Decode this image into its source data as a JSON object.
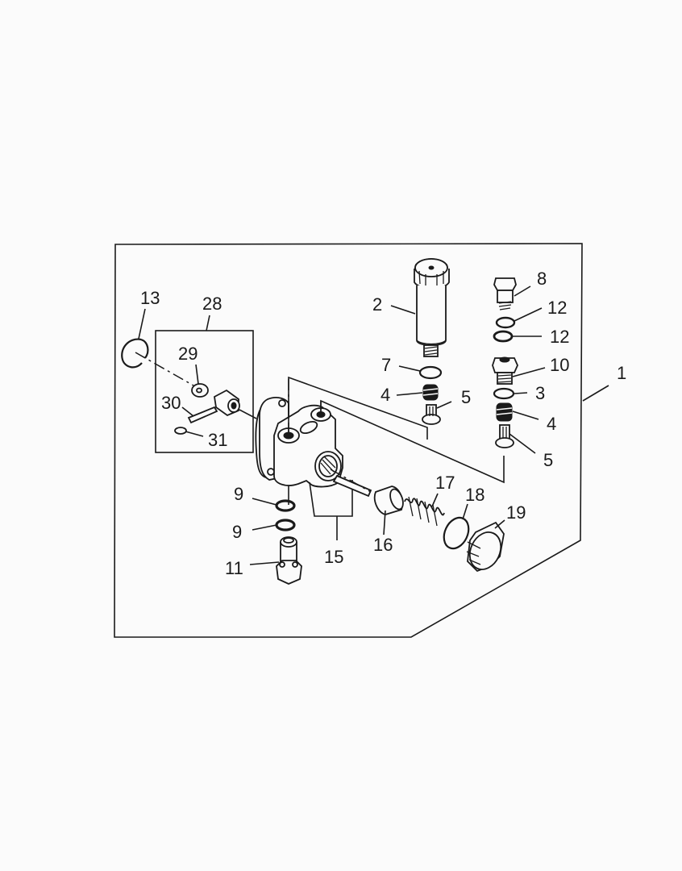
{
  "diagram": {
    "type": "exploded-parts-diagram",
    "subject": "fuel feed pump assembly",
    "colors": {
      "background": "#fbfbfb",
      "ink": "#1a1a1a"
    },
    "frame": {
      "shape": "pentagon-with-chamfered-bottom-right"
    },
    "callouts": [
      {
        "id": "c1",
        "label": "1",
        "part": "pump assembly (frame)"
      },
      {
        "id": "c2",
        "label": "2",
        "part": "priming pump"
      },
      {
        "id": "c3",
        "label": "3",
        "part": "gasket"
      },
      {
        "id": "c4a",
        "label": "4",
        "part": "spring (left)"
      },
      {
        "id": "c4b",
        "label": "4",
        "part": "spring (right)"
      },
      {
        "id": "c5a",
        "label": "5",
        "part": "valve (left)"
      },
      {
        "id": "c5b",
        "label": "5",
        "part": "valve (right)"
      },
      {
        "id": "c7",
        "label": "7",
        "part": "gasket"
      },
      {
        "id": "c8",
        "label": "8",
        "part": "eye bolt"
      },
      {
        "id": "c9a",
        "label": "9",
        "part": "washer (upper)"
      },
      {
        "id": "c9b",
        "label": "9",
        "part": "washer (lower)"
      },
      {
        "id": "c10",
        "label": "10",
        "part": "plug"
      },
      {
        "id": "c11",
        "label": "11",
        "part": "eye bolt"
      },
      {
        "id": "c12a",
        "label": "12",
        "part": "washer (upper)"
      },
      {
        "id": "c12b",
        "label": "12",
        "part": "washer (lower)"
      },
      {
        "id": "c13",
        "label": "13",
        "part": "snap ring"
      },
      {
        "id": "c15",
        "label": "15",
        "part": "pump housing"
      },
      {
        "id": "c16",
        "label": "16",
        "part": "piston"
      },
      {
        "id": "c17",
        "label": "17",
        "part": "spring"
      },
      {
        "id": "c18",
        "label": "18",
        "part": "gasket"
      },
      {
        "id": "c19",
        "label": "19",
        "part": "plug"
      },
      {
        "id": "c28",
        "label": "28",
        "part": "tappet assembly (boxed)"
      },
      {
        "id": "c29",
        "label": "29",
        "part": "roller"
      },
      {
        "id": "c30",
        "label": "30",
        "part": "pin"
      },
      {
        "id": "c31",
        "label": "31",
        "part": "pin"
      }
    ]
  }
}
